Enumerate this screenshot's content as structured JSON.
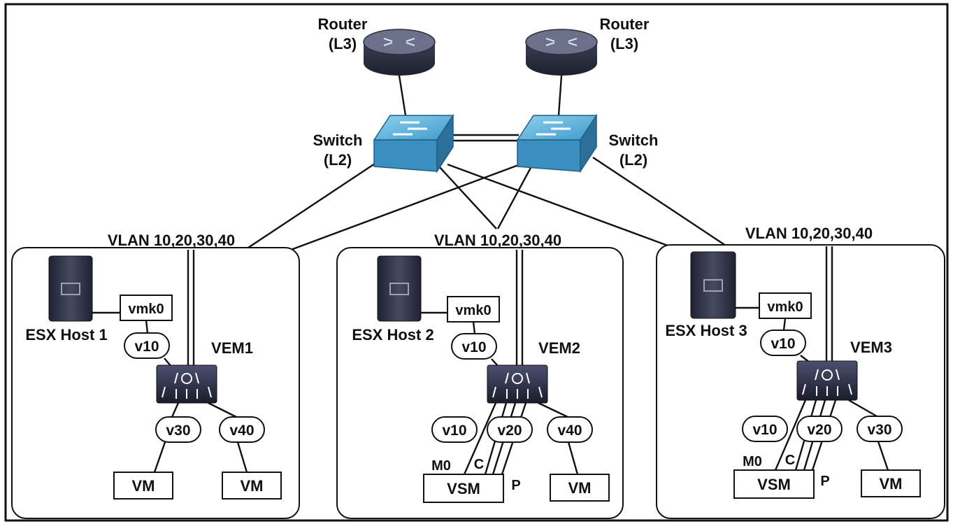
{
  "routers": [
    {
      "title": "Router",
      "layer": "(L3)"
    },
    {
      "title": "Router",
      "layer": "(L3)"
    }
  ],
  "switches": [
    {
      "title": "Switch",
      "layer": "(L2)"
    },
    {
      "title": "Switch",
      "layer": "(L2)"
    }
  ],
  "hosts": [
    {
      "name": "ESX Host 1",
      "trunk": "VLAN 10,20,30,40",
      "vmk": "vmk0",
      "vmk_vlan": "v10",
      "vem": "VEM1",
      "pills": [
        "v30",
        "v40"
      ],
      "boxes": [
        "VM",
        "VM"
      ]
    },
    {
      "name": "ESX Host 2",
      "trunk": "VLAN 10,20,30,40",
      "vmk": "vmk0",
      "vmk_vlan": "v10",
      "vem": "VEM2",
      "pills": [
        "v10",
        "v20",
        "v40"
      ],
      "boxes": [
        "VSM",
        "VM"
      ],
      "vsm_links": [
        "M0",
        "C",
        "P"
      ]
    },
    {
      "name": "ESX Host 3",
      "trunk": "VLAN 10,20,30,40",
      "vmk": "vmk0",
      "vmk_vlan": "v10",
      "vem": "VEM3",
      "pills": [
        "v10",
        "v20",
        "v30"
      ],
      "boxes": [
        "VSM",
        "VM"
      ],
      "vsm_links": [
        "M0",
        "C",
        "P"
      ]
    }
  ],
  "colors": {
    "router_top": "#5b6275",
    "router_body": "#262a3a",
    "switch_top": "#63b6dc",
    "switch_side": "#2f7fae",
    "server": "#2a2d3e",
    "vem": "#2b2e45"
  }
}
